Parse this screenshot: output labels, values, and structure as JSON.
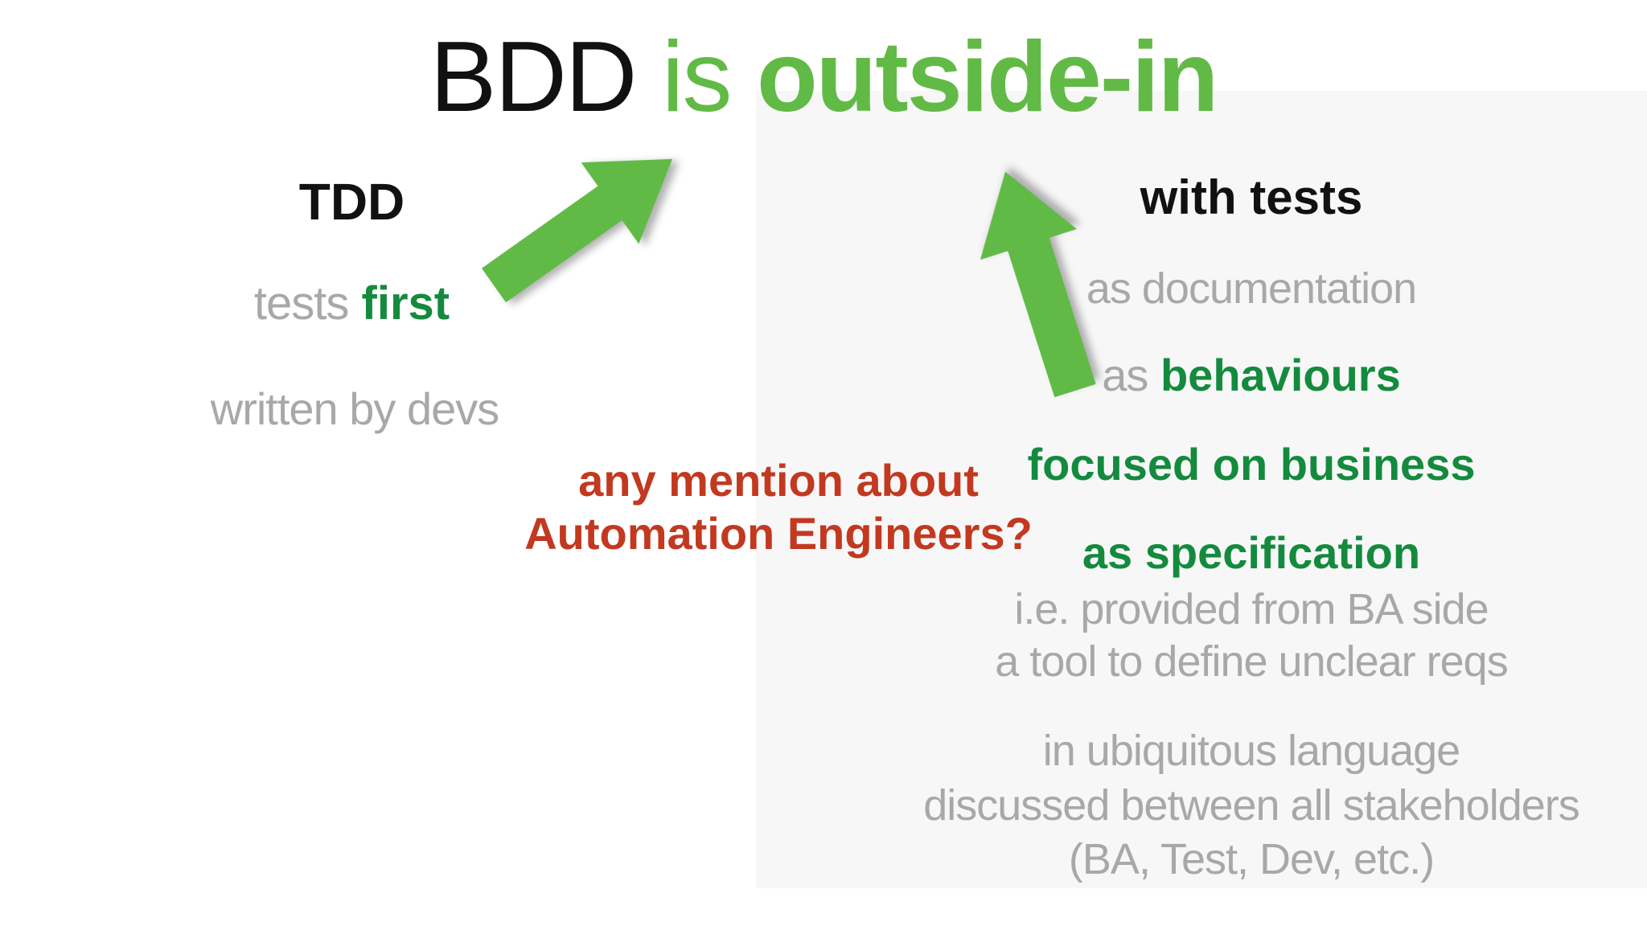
{
  "title": {
    "bdd": "BDD",
    "is": "is",
    "outside_in": "outside-in"
  },
  "tdd_column": {
    "heading": "TDD",
    "tests_label": "tests",
    "first_label": "first",
    "written_by": "written by devs"
  },
  "question": {
    "line1": "any mention about",
    "line2": "Automation Engineers?"
  },
  "bdd_column": {
    "heading": "with tests",
    "as_documentation": "as documentation",
    "as_label": "as",
    "behaviours_label": "behaviours",
    "focused_on_business": "focused on business",
    "as_specification": "as specification",
    "provided_from_ba": "i.e. provided from BA side",
    "tool_unclear_reqs": "a tool to define unclear reqs",
    "ubiquitous_language": "in ubiquitous language",
    "discussed_stakeholders": "discussed between all stakeholders",
    "stakeholders_list": "(BA, Test, Dev, etc.)"
  },
  "icons": {
    "left_arrow": "diagonal-up-right-arrow",
    "right_arrow": "up-arrow"
  },
  "colors": {
    "light_green": "#62ba46",
    "dark_green": "#148a3d",
    "red": "#c2391f",
    "gray": "#a8a8a8",
    "black": "#111111",
    "backdrop": "#f7f7f8"
  }
}
